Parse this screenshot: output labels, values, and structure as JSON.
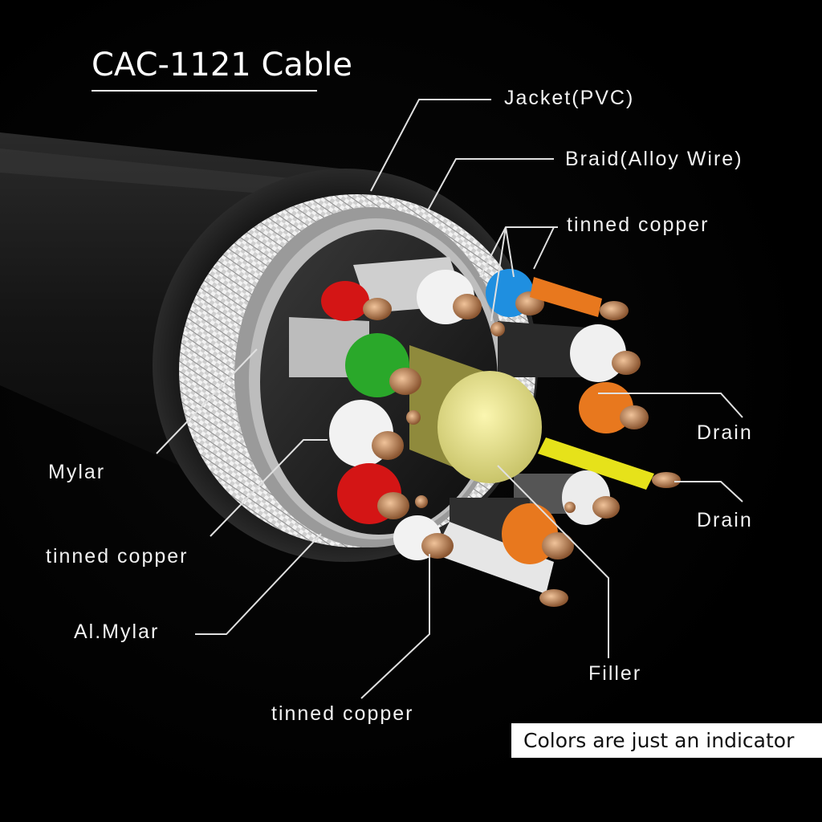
{
  "title": "CAC-1121 Cable",
  "note": "Colors are just an indicator",
  "labels": {
    "jacket": "Jacket(PVC)",
    "braid": "Braid(Alloy Wire)",
    "tinned_copper_top": "tinned copper",
    "drain_1": "Drain",
    "drain_2": "Drain",
    "mylar": "Mylar",
    "tinned_copper_left": "tinned copper",
    "al_mylar": "Al.Mylar",
    "filler": "Filler",
    "tinned_copper_bottom": "tinned copper"
  },
  "colors": {
    "background": "#000000",
    "jacket": "#1c1c1c",
    "braid": "#d8d8d8",
    "copper": "#c98a5a",
    "red": "#d41515",
    "green": "#2aa82a",
    "blue": "#1f8fe0",
    "orange": "#e8781e",
    "yellow": "#e6e21a",
    "filler": "#ece88a"
  }
}
